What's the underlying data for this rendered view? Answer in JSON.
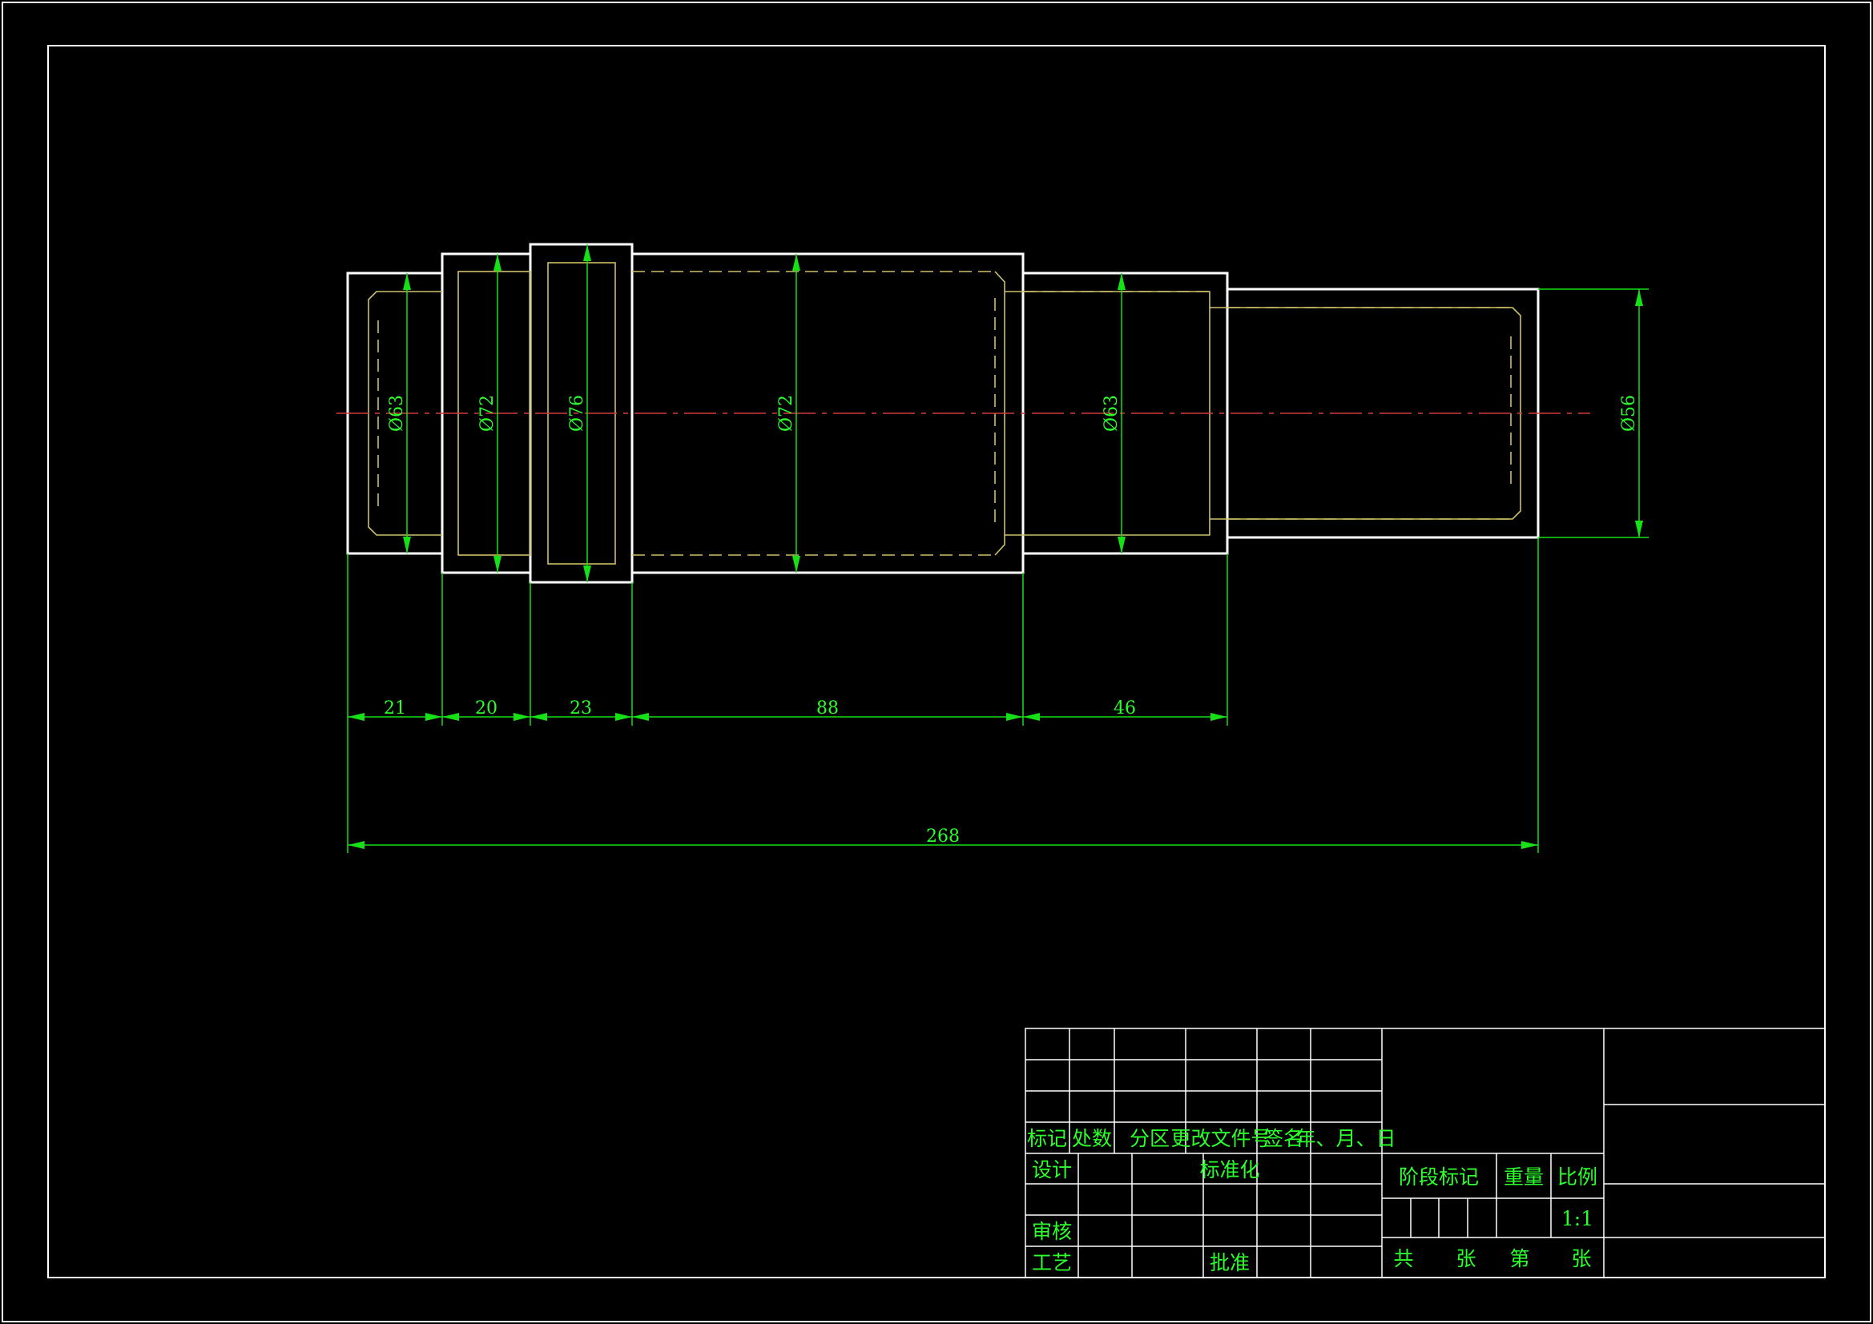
{
  "colors": {
    "background": "#000000",
    "outline": "#ffffff",
    "inner": "#cdbf6a",
    "centerline": "#d23a3a",
    "dimension": "#16e016",
    "text": "#2cff2c"
  },
  "dimensions": {
    "diameters": [
      "Ø63",
      "Ø72",
      "Ø76",
      "Ø72",
      "Ø63",
      "Ø56"
    ],
    "lengths": [
      "21",
      "20",
      "23",
      "88",
      "46"
    ],
    "total_length": "268"
  },
  "title_block": {
    "mark": "标记",
    "count": "处数",
    "zone": "分区",
    "change_doc": "更改文件号",
    "signature": "签名",
    "date": "年、月、日",
    "design": "设计",
    "standardization": "标准化",
    "review": "审核",
    "process": "工艺",
    "approve": "批准",
    "stage_mark": "阶段标记",
    "weight": "重量",
    "ratio": "比例",
    "scale_value": "1:1",
    "total": "共",
    "sheet": "张",
    "sheet_no": "第",
    "sheet2": "张"
  }
}
